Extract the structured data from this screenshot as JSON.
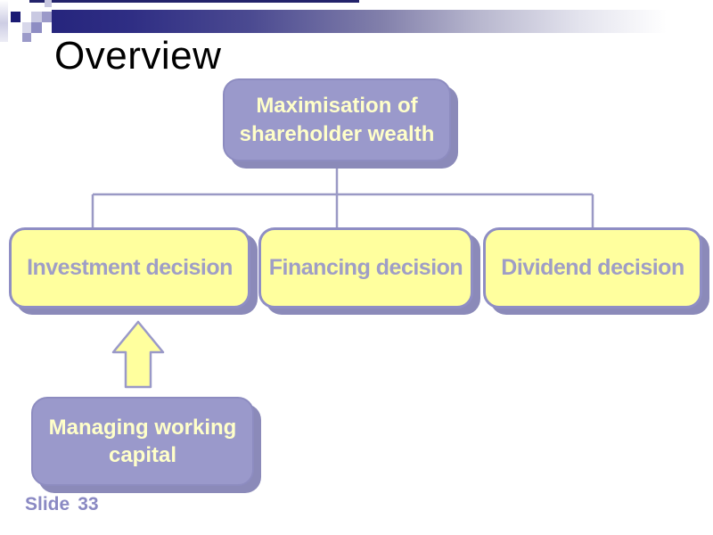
{
  "header": {
    "title": "Overview"
  },
  "diagram": {
    "root_node": {
      "label": "Maximisation of shareholder wealth"
    },
    "decision_nodes": [
      {
        "label": "Investment decision"
      },
      {
        "label": "Financing decision"
      },
      {
        "label": "Dividend decision"
      }
    ],
    "support_node": {
      "label": "Managing working capital"
    },
    "arrow_icon": "up-block-arrow"
  },
  "footer": {
    "label": "Slide",
    "number": "33"
  },
  "colors": {
    "header_bar_navy": "#26257d",
    "purple_node_fill": "#9a99cb",
    "node_shadow": "#8b8ab9",
    "yellow_node_fill": "#ffff9e",
    "yellow_node_border": "#8f8ec4",
    "yellow_node_text": "#9f9ec6",
    "purple_node_text": "#ffffc9",
    "connector_line": "#9a99c5",
    "footer_text": "#8a89c3",
    "title_text": "#000000"
  }
}
